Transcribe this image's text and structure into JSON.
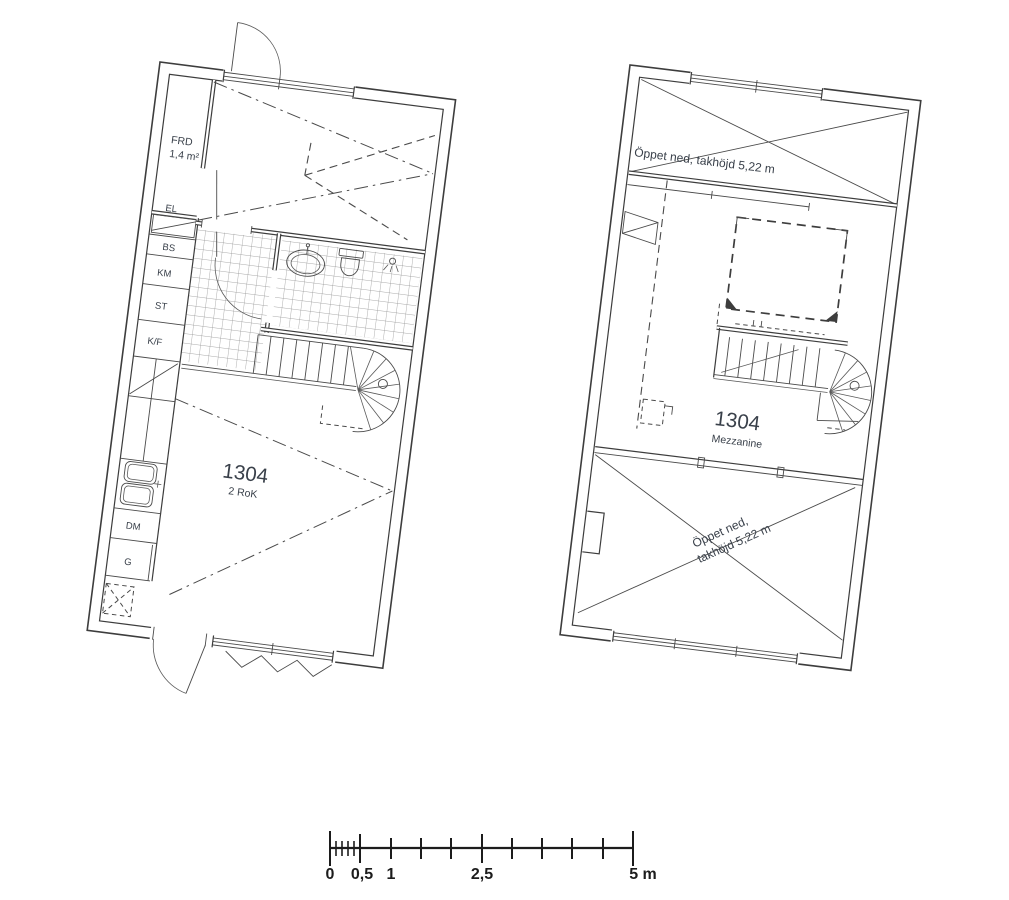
{
  "colors": {
    "background": "#ffffff",
    "line": "#3d3d3d",
    "text": "#39404a",
    "scale_text": "#1c1c1c"
  },
  "left_plan": {
    "frd_label": "FRD",
    "frd_area": "1,4 m²",
    "kitchen": {
      "el": "EL",
      "bs": "BS",
      "km": "KM",
      "st": "ST",
      "kf": "K/F",
      "dm": "DM",
      "g": "G"
    },
    "unit_number": "1304",
    "unit_type": "2 RoK"
  },
  "right_plan": {
    "open_top": "Öppet ned, takhöjd 5,22 m",
    "unit_number": "1304",
    "level": "Mezzanine",
    "open_bottom_1": "Öppet ned,",
    "open_bottom_2": "takhöjd 5,22 m"
  },
  "scale_bar": {
    "t0": "0",
    "t05": "0,5",
    "t1": "1",
    "t25": "2,5",
    "t5": "5 m"
  }
}
